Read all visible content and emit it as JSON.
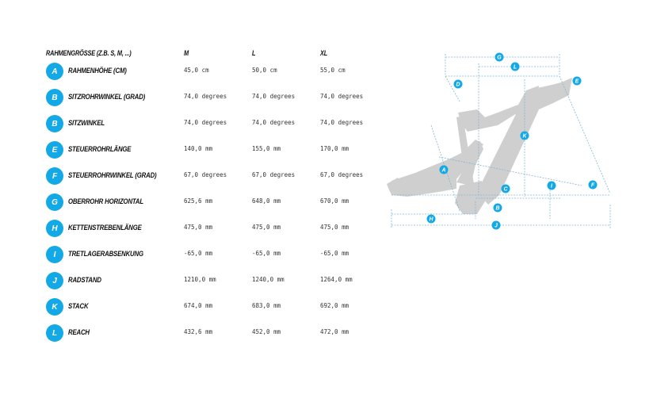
{
  "header": {
    "frame_size": "RAHMENGRÖSSE (Z.B. S, M, ...)",
    "sizes": [
      "M",
      "L",
      "XL"
    ]
  },
  "rows": [
    {
      "key": "A",
      "label": "RAHMENHÖHE (CM)",
      "values": [
        "45,0 cm",
        "50,0 cm",
        "55,0 cm"
      ]
    },
    {
      "key": "B",
      "label": "SITZROHRWINKEL (GRAD)",
      "values": [
        "74,0 degrees",
        "74,0 degrees",
        "74,0 degrees"
      ]
    },
    {
      "key": "B",
      "label": "SITZWINKEL",
      "values": [
        "74,0 degrees",
        "74,0 degrees",
        "74,0 degrees"
      ]
    },
    {
      "key": "E",
      "label": "STEUERROHRLÄNGE",
      "values": [
        "140,0 mm",
        "155,0 mm",
        "170,0 mm"
      ]
    },
    {
      "key": "F",
      "label": "STEUERROHRWINKEL (GRAD)",
      "values": [
        "67,0 degrees",
        "67,0 degrees",
        "67,0 degrees"
      ]
    },
    {
      "key": "G",
      "label": "OBERROHR HORIZONTAL",
      "values": [
        "625,6 mm",
        "648,0 mm",
        "670,0 mm"
      ]
    },
    {
      "key": "H",
      "label": "KETTENSTREBENLÄNGE",
      "values": [
        "475,0 mm",
        "475,0 mm",
        "475,0 mm"
      ]
    },
    {
      "key": "I",
      "label": "TRETLAGERABSENKUNG",
      "values": [
        "-65,0 mm",
        "-65,0 mm",
        "-65,0 mm"
      ]
    },
    {
      "key": "J",
      "label": "RADSTAND",
      "values": [
        "1210,0 mm",
        "1240,0 mm",
        "1264,0 mm"
      ]
    },
    {
      "key": "K",
      "label": "STACK",
      "values": [
        "674,0 mm",
        "683,0 mm",
        "692,0 mm"
      ]
    },
    {
      "key": "L",
      "label": "REACH",
      "values": [
        "432,6 mm",
        "452,0 mm",
        "472,0 mm"
      ]
    }
  ],
  "diagram": {
    "markers": [
      "G",
      "L",
      "D",
      "E",
      "K",
      "A",
      "C",
      "I",
      "F",
      "B",
      "H",
      "J"
    ],
    "colors": {
      "accent": "#13a9e6",
      "frame": "#cfcfcf",
      "line": "#7fb7d6"
    }
  }
}
